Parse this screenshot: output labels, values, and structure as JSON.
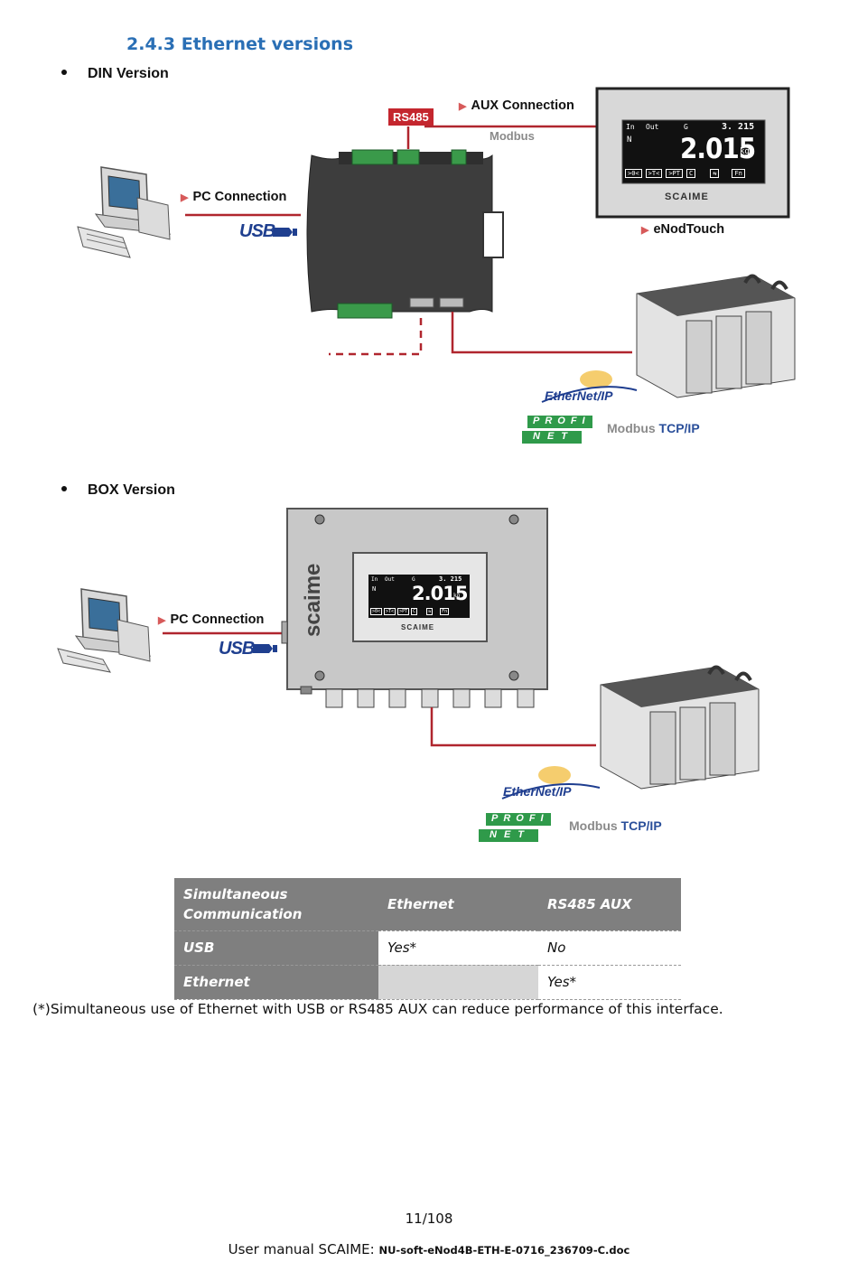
{
  "heading": "2.4.3 Ethernet versions",
  "din_label": "DIN Version",
  "box_label": "BOX Version",
  "din_diagram": {
    "pc_connection": "PC Connection",
    "usb": "USB",
    "rs485": "RS485",
    "aux_connection": "AUX Connection",
    "modbus": "Modbus",
    "enodtouch": "eNodTouch",
    "ethernet_ip": "EtherNet/IP",
    "profinet_top": "PROFI",
    "profinet_bottom": "NET",
    "modbus_tcp_a": "Modbus",
    "modbus_tcp_b": "TCP/IP",
    "display": {
      "in": "In",
      "out": "Out",
      "g": "G",
      "small_value": "3. 215",
      "n": "N",
      "big_value": "2.015",
      "unit": "kg",
      "keys": [
        ">0<",
        ">T<",
        ">PT",
        "C",
        "⇆",
        "Fn"
      ],
      "brand": "SCAIME"
    }
  },
  "box_diagram": {
    "pc_connection": "PC Connection",
    "usb": "USB",
    "brand_vertical": "scaime",
    "ethernet_ip": "EtherNet/IP",
    "profinet_top": "PROFI",
    "profinet_bottom": "NET",
    "modbus_tcp_a": "Modbus",
    "modbus_tcp_b": "TCP/IP",
    "display": {
      "in": "In",
      "out": "Out",
      "g": "G",
      "small_value": "3. 215",
      "n": "N",
      "big_value": "2.015",
      "unit": "kg",
      "keys": [
        ">0<",
        ">T<",
        ">PT",
        "C",
        "⇆",
        "Fn"
      ],
      "brand": "SCAIME"
    }
  },
  "table": {
    "header": [
      "Simultaneous Communication",
      "Ethernet",
      "RS485 AUX"
    ],
    "rows": [
      {
        "label": "USB",
        "ethernet": "Yes*",
        "rs485": "No"
      },
      {
        "label": "Ethernet",
        "ethernet": "",
        "rs485": "Yes*"
      }
    ]
  },
  "note": "(*)Simultaneous use of Ethernet with USB or RS485 AUX can reduce performance of this interface.",
  "page_number": "11/108",
  "footer_main": "User manual SCAIME: ",
  "footer_doc": "NU-soft-eNod4B-ETH-E-0716_236709-C.doc",
  "colors": {
    "heading": "#2a6fb5",
    "connection_line": "#b0262e",
    "usb_blue": "#1f3f8f",
    "profinet_green": "#2f9a4a",
    "table_header": "#7f7f7f"
  }
}
